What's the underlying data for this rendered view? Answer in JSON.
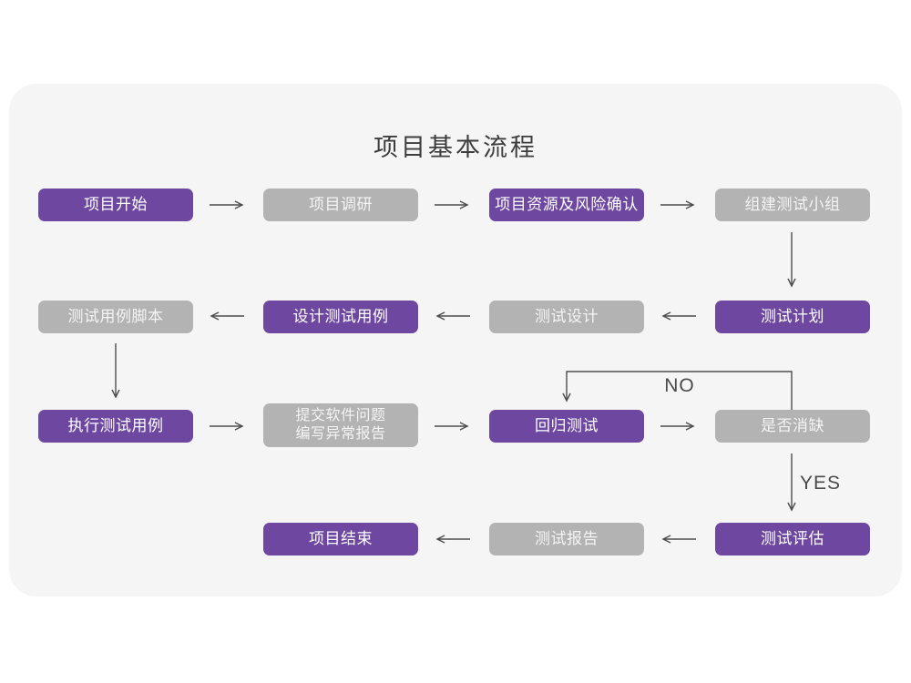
{
  "title": "项目基本流程",
  "colors": {
    "node_purple": "#6e48a0",
    "node_gray": "#b3b3b3",
    "card_background": "#f6f5f6",
    "arrow": "#4d4d4d",
    "node_text": "#ffffff",
    "title_text": "#3d3d3d"
  },
  "nodes": [
    {
      "label": "项目开始",
      "variant": "purple"
    },
    {
      "label": "项目调研",
      "variant": "gray"
    },
    {
      "label": "项目资源及风险确认",
      "variant": "purple"
    },
    {
      "label": "组建测试小组",
      "variant": "gray"
    },
    {
      "label": "测试用例脚本",
      "variant": "gray"
    },
    {
      "label": "设计测试用例",
      "variant": "purple"
    },
    {
      "label": "测试设计",
      "variant": "gray"
    },
    {
      "label": "测试计划",
      "variant": "purple"
    },
    {
      "label": "执行测试用例",
      "variant": "purple"
    },
    {
      "line1": "提交软件问题",
      "line2": "编写异常报告",
      "variant": "gray"
    },
    {
      "label": "回归测试",
      "variant": "purple"
    },
    {
      "label": "是否消缺",
      "variant": "gray"
    },
    {
      "label": "测试评估",
      "variant": "purple"
    },
    {
      "label": "测试报告",
      "variant": "gray"
    },
    {
      "label": "项目结束",
      "variant": "purple"
    }
  ],
  "edge_labels": {
    "no": "NO",
    "yes": "YES"
  }
}
